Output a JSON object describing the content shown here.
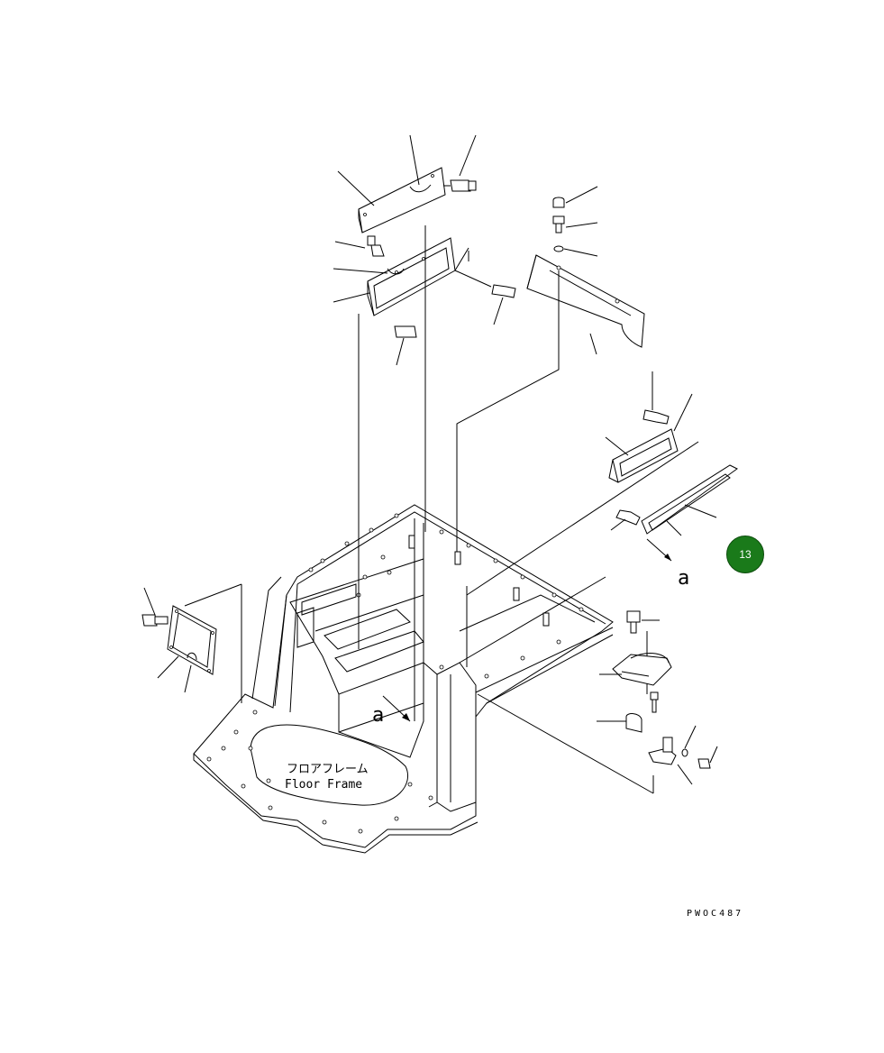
{
  "diagram": {
    "frame_label_jp": "フロアフレーム",
    "frame_label_en": "Floor Frame",
    "view_label": "a",
    "view_label_frame": "a",
    "drawing_code": "PWOC487",
    "page_badge": "13",
    "badge_color": "#1a7a1a"
  }
}
